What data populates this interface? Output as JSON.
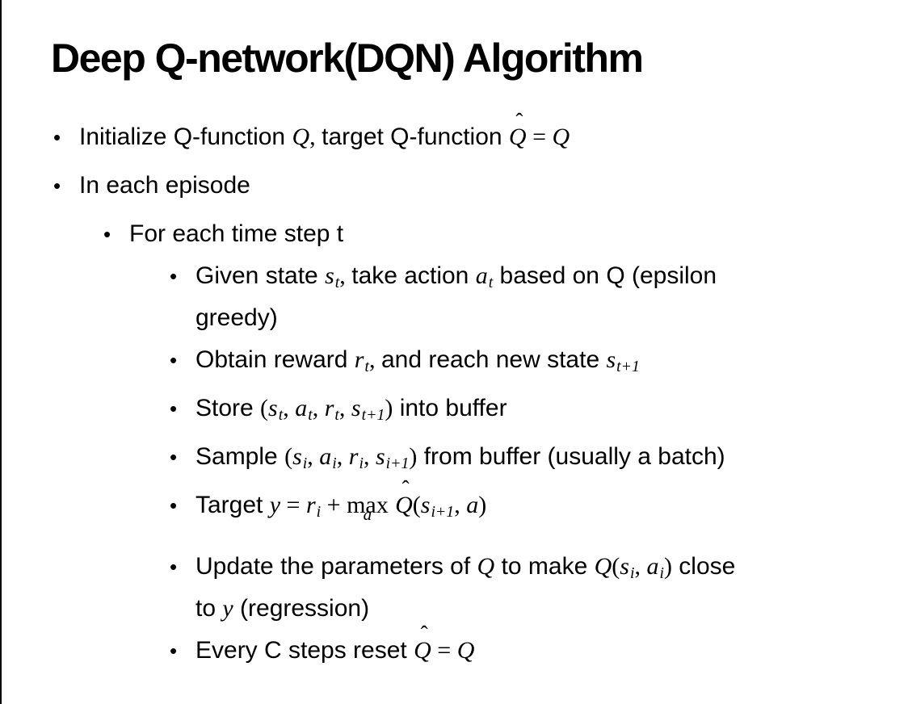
{
  "slide": {
    "title": "Deep Q-network(DQN) Algorithm",
    "symbols": {
      "bullet": "•",
      "hat": "ˆ"
    },
    "colors": {
      "background": "#ffffff",
      "text": "#000000",
      "border": "#000000"
    },
    "bullets": [
      {
        "level": 1,
        "segments": [
          {
            "s": "p",
            "t": "Initialize Q-function "
          },
          {
            "s": "m",
            "t": "Q"
          },
          {
            "s": "mu",
            "t": ", "
          },
          {
            "s": "p",
            "t": "target Q-function "
          },
          {
            "s": "hat",
            "t": "Q"
          },
          {
            "s": "mu",
            "t": " = "
          },
          {
            "s": "m",
            "t": "Q"
          }
        ]
      },
      {
        "level": 1,
        "segments": [
          {
            "s": "p",
            "t": "In each episode"
          }
        ]
      },
      {
        "level": 2,
        "segments": [
          {
            "s": "p",
            "t": "For each time step t"
          }
        ]
      },
      {
        "level": 3,
        "segments": [
          {
            "s": "p",
            "t": "Given state "
          },
          {
            "s": "m",
            "t": "s"
          },
          {
            "s": "sub",
            "t": "t"
          },
          {
            "s": "mu",
            "t": ", "
          },
          {
            "s": "p",
            "t": "take action "
          },
          {
            "s": "m",
            "t": "a"
          },
          {
            "s": "sub",
            "t": "t"
          },
          {
            "s": "p",
            "t": " based on Q (epsilon"
          },
          {
            "s": "br"
          },
          {
            "s": "p",
            "t": "greedy)"
          }
        ]
      },
      {
        "level": 3,
        "segments": [
          {
            "s": "p",
            "t": "Obtain reward "
          },
          {
            "s": "m",
            "t": "r"
          },
          {
            "s": "sub",
            "t": "t"
          },
          {
            "s": "mu",
            "t": ", "
          },
          {
            "s": "p",
            "t": "and reach new state "
          },
          {
            "s": "m",
            "t": "s"
          },
          {
            "s": "sub",
            "t": "t+1"
          }
        ]
      },
      {
        "level": 3,
        "segments": [
          {
            "s": "p",
            "t": "Store "
          },
          {
            "s": "mu",
            "t": "("
          },
          {
            "s": "m",
            "t": "s"
          },
          {
            "s": "sub",
            "t": "t"
          },
          {
            "s": "mu",
            "t": ", "
          },
          {
            "s": "m",
            "t": "a"
          },
          {
            "s": "sub",
            "t": "t"
          },
          {
            "s": "mu",
            "t": ", "
          },
          {
            "s": "m",
            "t": "r"
          },
          {
            "s": "sub",
            "t": "t"
          },
          {
            "s": "mu",
            "t": ", "
          },
          {
            "s": "m",
            "t": "s"
          },
          {
            "s": "sub",
            "t": "t+1"
          },
          {
            "s": "mu",
            "t": ")"
          },
          {
            "s": "p",
            "t": " into buffer"
          }
        ]
      },
      {
        "level": 3,
        "segments": [
          {
            "s": "p",
            "t": "Sample "
          },
          {
            "s": "mu",
            "t": "("
          },
          {
            "s": "m",
            "t": "s"
          },
          {
            "s": "sub",
            "t": "i"
          },
          {
            "s": "mu",
            "t": ", "
          },
          {
            "s": "m",
            "t": "a"
          },
          {
            "s": "sub",
            "t": "i"
          },
          {
            "s": "mu",
            "t": ", "
          },
          {
            "s": "m",
            "t": "r"
          },
          {
            "s": "sub",
            "t": "i"
          },
          {
            "s": "mu",
            "t": ", "
          },
          {
            "s": "m",
            "t": "s"
          },
          {
            "s": "sub",
            "t": "i+1"
          },
          {
            "s": "mu",
            "t": ")"
          },
          {
            "s": "p",
            "t": " from buffer (usually a batch)"
          }
        ]
      },
      {
        "level": 3,
        "segments": [
          {
            "s": "p",
            "t": "Target "
          },
          {
            "s": "m",
            "t": "y"
          },
          {
            "s": "mu",
            "t": " = "
          },
          {
            "s": "m",
            "t": "r"
          },
          {
            "s": "sub",
            "t": "i"
          },
          {
            "s": "mu",
            "t": " + "
          },
          {
            "s": "under",
            "t": "max",
            "u": "a"
          },
          {
            "s": "p",
            "t": " "
          },
          {
            "s": "hat",
            "t": "Q"
          },
          {
            "s": "mu",
            "t": "("
          },
          {
            "s": "m",
            "t": "s"
          },
          {
            "s": "sub",
            "t": "i+1"
          },
          {
            "s": "mu",
            "t": ", "
          },
          {
            "s": "m",
            "t": "a"
          },
          {
            "s": "mu",
            "t": ")"
          }
        ]
      },
      {
        "level": 3,
        "segments": [
          {
            "s": "p",
            "t": "Update the parameters of "
          },
          {
            "s": "m",
            "t": "Q"
          },
          {
            "s": "p",
            "t": " to make "
          },
          {
            "s": "m",
            "t": "Q"
          },
          {
            "s": "mu",
            "t": "("
          },
          {
            "s": "m",
            "t": "s"
          },
          {
            "s": "sub",
            "t": "i"
          },
          {
            "s": "mu",
            "t": ", "
          },
          {
            "s": "m",
            "t": "a"
          },
          {
            "s": "sub",
            "t": "i"
          },
          {
            "s": "mu",
            "t": ")"
          },
          {
            "s": "p",
            "t": " close"
          },
          {
            "s": "br"
          },
          {
            "s": "p",
            "t": "to "
          },
          {
            "s": "m",
            "t": "y"
          },
          {
            "s": "p",
            "t": " (regression)"
          }
        ]
      },
      {
        "level": 3,
        "segments": [
          {
            "s": "p",
            "t": "Every C steps reset "
          },
          {
            "s": "hat",
            "t": "Q"
          },
          {
            "s": "mu",
            "t": " = "
          },
          {
            "s": "m",
            "t": "Q"
          }
        ]
      }
    ]
  }
}
